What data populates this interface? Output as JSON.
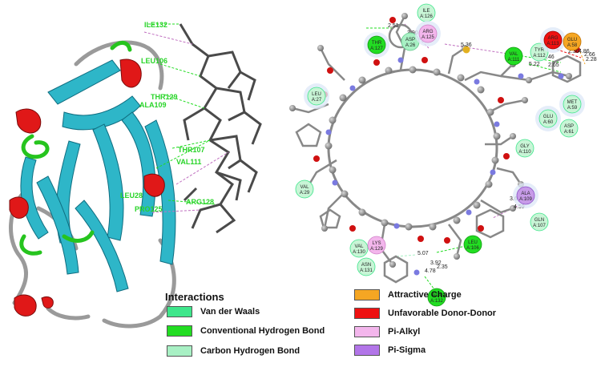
{
  "left_panel": {
    "residue_labels": [
      "ILE132",
      "LEU106",
      "THR129",
      "ALA109",
      "THR107",
      "VAL111",
      "LEU28",
      "ARG128",
      "PRO125"
    ]
  },
  "right_panel": {
    "residues": [
      {
        "name": "ILE",
        "num": "A:126",
        "type": "vdw"
      },
      {
        "name": "THR",
        "num": "A:127",
        "type": "hbond"
      },
      {
        "name": "ASP",
        "num": "A:26",
        "type": "chb"
      },
      {
        "name": "ARG",
        "num": "A:125",
        "type": "pialkyl"
      },
      {
        "name": "VAL",
        "num": "A:111",
        "type": "hbond"
      },
      {
        "name": "TYR",
        "num": "A:112",
        "type": "vdw"
      },
      {
        "name": "ARG",
        "num": "A:113",
        "type": "unfavorable"
      },
      {
        "name": "GLU",
        "num": "A:58",
        "type": "attractive"
      },
      {
        "name": "LEU",
        "num": "A:27",
        "type": "vdw"
      },
      {
        "name": "MET",
        "num": "A:59",
        "type": "vdw"
      },
      {
        "name": "GLU",
        "num": "A:60",
        "type": "vdw"
      },
      {
        "name": "ASP",
        "num": "A:61",
        "type": "vdw"
      },
      {
        "name": "GLY",
        "num": "A:110",
        "type": "vdw"
      },
      {
        "name": "VAL",
        "num": "A:29",
        "type": "vdw"
      },
      {
        "name": "ALA",
        "num": "A:109",
        "type": "pisigma"
      },
      {
        "name": "GLN",
        "num": "A:107",
        "type": "vdw"
      },
      {
        "name": "VAL",
        "num": "A:130",
        "type": "vdw"
      },
      {
        "name": "LYS",
        "num": "A:129",
        "type": "pialkyl"
      },
      {
        "name": "ASN",
        "num": "A:131",
        "type": "vdw"
      },
      {
        "name": "LEU",
        "num": "A:106",
        "type": "hbond"
      },
      {
        "name": "ALA",
        "num": "A:132",
        "type": "hbond"
      }
    ],
    "distances": [
      "2.51",
      "3.90",
      "5.36",
      "2.46",
      "5.22",
      "2.65",
      "2.30",
      "4.86",
      "2.66",
      "2.28",
      "3.65",
      "4.59",
      "5.07",
      "3.92",
      "2.35",
      "4.78"
    ]
  },
  "legend": {
    "title": "Interactions",
    "items": [
      {
        "label": "Van der Waals",
        "color": "#3ee68b"
      },
      {
        "label": "Conventional Hydrogen Bond",
        "color": "#22dd22"
      },
      {
        "label": "Carbon Hydrogen Bond",
        "color": "#a8f0c4"
      },
      {
        "label": "Attractive Charge",
        "color": "#f5a623"
      },
      {
        "label": "Unfavorable Donor-Donor",
        "color": "#ee1111"
      },
      {
        "label": "Pi-Alkyl",
        "color": "#f3b6ec"
      },
      {
        "label": "Pi-Sigma",
        "color": "#b275e8"
      }
    ]
  },
  "colors": {
    "sheet": "#2eb6c8",
    "helix": "#e01818",
    "turn": "#26c41e",
    "coil": "#9a9a9a",
    "atom_carbon": "#8a8a8a",
    "atom_oxygen": "#d01010",
    "atom_nitrogen": "#7a7ae0",
    "atom_sulfur": "#e2b020"
  }
}
